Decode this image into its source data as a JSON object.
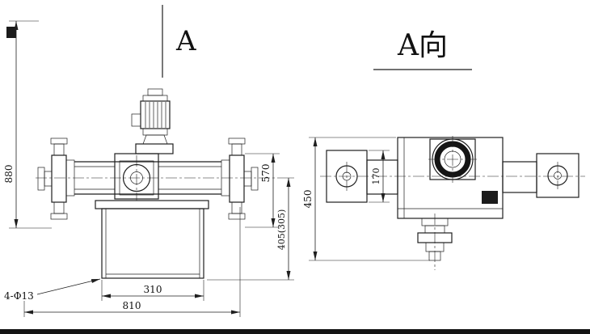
{
  "canvas": {
    "background": "#ffffff",
    "line_color": "#1f1f1f",
    "footer_bar_color": "#141414"
  },
  "front_view": {
    "section_label": "A",
    "dim_overall_height": "880",
    "dim_height_570": "570",
    "dim_centerline_height": "405(305)",
    "dim_tank_width": "310",
    "dim_overall_width": "810",
    "label_mounting_holes": "4-Φ13"
  },
  "side_view": {
    "view_title": "A向",
    "dim_overall_height": "450",
    "dim_flange_height": "170"
  }
}
